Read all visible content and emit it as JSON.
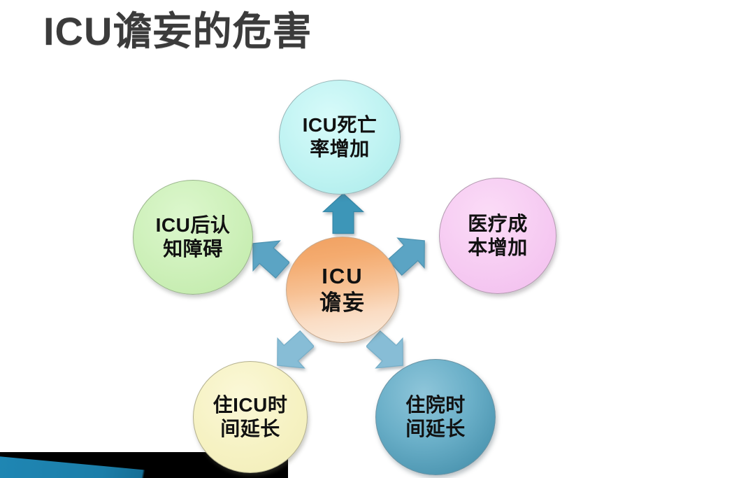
{
  "slide": {
    "title": "ICU谵妄的危害",
    "background_color": "#ffffff",
    "title_color": "#3b3b3b"
  },
  "diagram": {
    "type": "radial-hub-and-spoke",
    "center": {
      "id": "icu-delirium",
      "lines": [
        "ICU",
        "谵妄"
      ],
      "line1": "ICU",
      "line2": "谵妄",
      "color": "#f4ab6f",
      "color_name": "orange"
    },
    "nodes": [
      {
        "id": "mortality",
        "position": "top",
        "line1": "ICU死亡",
        "line2": "率增加",
        "color": "#bff3f2",
        "color_name": "cyan"
      },
      {
        "id": "cognitive-impairment",
        "position": "left",
        "line1": "ICU后认",
        "line2": "知障碍",
        "color": "#cdf0b9",
        "color_name": "green"
      },
      {
        "id": "medical-cost",
        "position": "right",
        "line1": "医疗成",
        "line2": "本增加",
        "color": "#f6cbf2",
        "color_name": "pink"
      },
      {
        "id": "icu-length-of-stay",
        "position": "bottom-left",
        "line1": "住ICU时",
        "line2": "间延长",
        "color": "#f6f2c3",
        "color_name": "pale-yellow"
      },
      {
        "id": "hospital-length-of-stay",
        "position": "bottom-right",
        "line1": "住院时",
        "line2": "间延长",
        "color": "#6aafc8",
        "color_name": "steel-blue"
      }
    ],
    "arrows": [
      {
        "id": "arrow-up",
        "direction": "up",
        "color": "#3d96b8"
      },
      {
        "id": "arrow-up-left",
        "direction": "up-left",
        "color": "#5ba4c4"
      },
      {
        "id": "arrow-up-right",
        "direction": "up-right",
        "color": "#5ba4c4"
      },
      {
        "id": "arrow-down-left",
        "direction": "down-left",
        "color": "#87bdd6"
      },
      {
        "id": "arrow-down-right",
        "direction": "down-right",
        "color": "#87bdd6"
      }
    ]
  },
  "footer": {
    "note": "",
    "band_color": "#000000",
    "accent_color": "#1f86b3"
  }
}
